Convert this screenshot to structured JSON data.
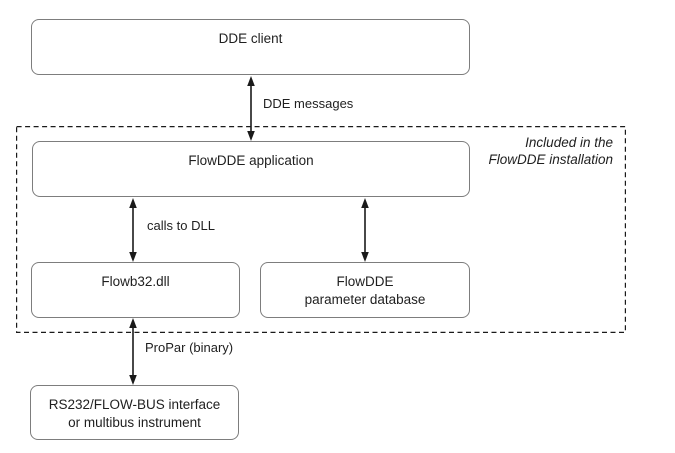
{
  "colors": {
    "bg": "#ffffff",
    "box_border": "#7d7d7d",
    "line": "#1a1a1a",
    "text": "#1f1f1f"
  },
  "boxes": {
    "dde_client": {
      "label": "DDE client"
    },
    "flowdde_application": {
      "label": "FlowDDE application"
    },
    "flowb32_dll": {
      "label": "Flowb32.dll"
    },
    "flowdde_parameter_database": {
      "line1": "FlowDDE",
      "line2": "parameter database"
    },
    "rs232_interface": {
      "line1": "RS232/FLOW-BUS interface",
      "line2": "or multibus instrument"
    }
  },
  "arrows": {
    "dde_messages_label": "DDE messages",
    "calls_to_dll_label": "calls to DLL",
    "propar_label": "ProPar (binary)"
  },
  "annotation": {
    "line1": "Included in the",
    "line2": "FlowDDE installation"
  }
}
